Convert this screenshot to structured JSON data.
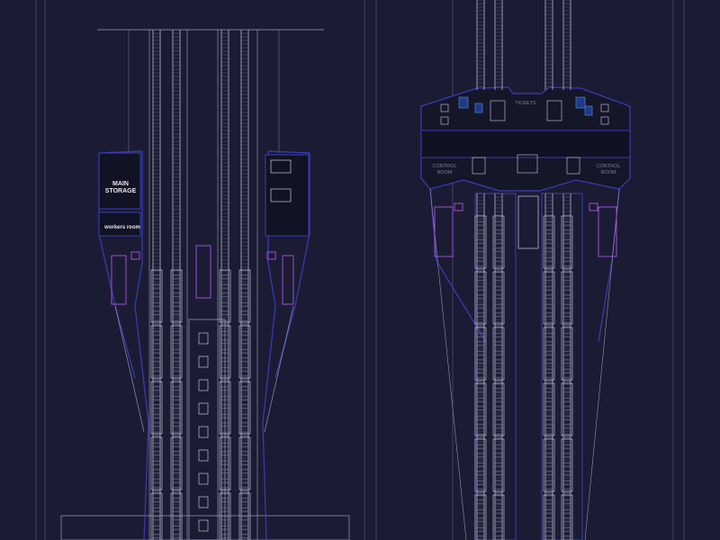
{
  "left_plan": {
    "rooms": {
      "main_storage_line1": "MAIN",
      "main_storage_line2": "STORAGE",
      "workers_room": "workers room"
    }
  },
  "right_plan": {
    "rooms": {
      "tickets": "TICKETS",
      "control_room_left_line1": "CONTROL",
      "control_room_left_line2": "ROOM",
      "control_room_right_line1": "CONTROL",
      "control_room_right_line2": "ROOM"
    }
  },
  "colors": {
    "background": "#1b1c33",
    "line": "#9fa2bd",
    "wall": "#2e2f9a",
    "accent": "#9b4fd0",
    "track": "#c9cbe0"
  }
}
